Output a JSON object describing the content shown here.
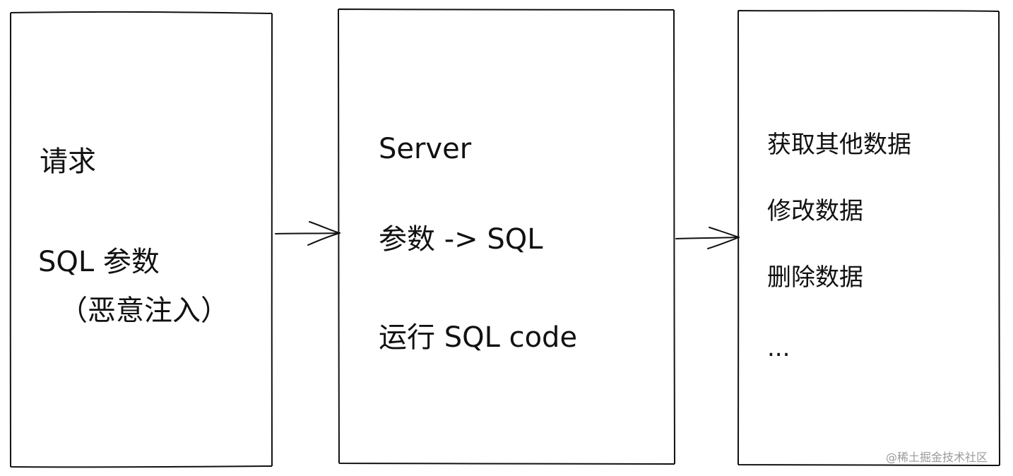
{
  "boxes": {
    "request": {
      "title": "请求",
      "line1": "SQL 参数",
      "line2": "（恶意注入）"
    },
    "server": {
      "title": "Server",
      "line1": "参数 -> SQL",
      "line2": "运行 SQL code"
    },
    "result": {
      "items": [
        "获取其他数据",
        "修改数据",
        "删除数据",
        "..."
      ]
    }
  },
  "watermark": "@稀土掘金技术社区",
  "colors": {
    "stroke": "#111111",
    "background": "#ffffff",
    "watermark": "#9a9a9a"
  }
}
